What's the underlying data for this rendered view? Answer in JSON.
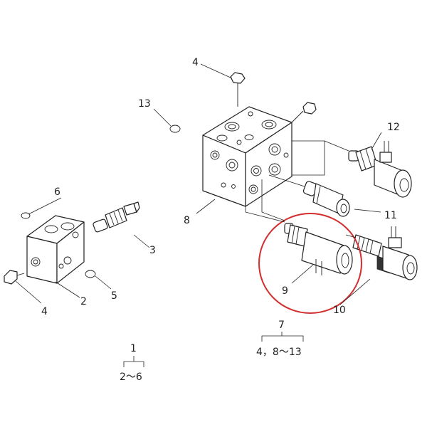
{
  "diagram": {
    "highlight_color": "#d32f2f",
    "line_color": "#222222",
    "background": "#ffffff",
    "labels": {
      "n1": "1",
      "n2": "2",
      "n3": "3",
      "n4_top": "4",
      "n4_left": "4",
      "n5": "5",
      "n6": "6",
      "n7": "7",
      "n8": "8",
      "n9": "9",
      "n10": "10",
      "n11": "11",
      "n12": "12",
      "n13": "13"
    },
    "groups": {
      "g1_range": "2～6",
      "g7_range": "4，8～13"
    }
  }
}
